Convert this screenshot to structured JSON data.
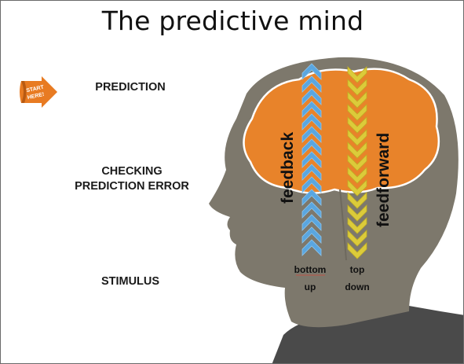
{
  "title": "The predictive mind",
  "start_badge": {
    "line1": "START",
    "line2": "HERE!"
  },
  "levels": {
    "prediction": "PREDICTION",
    "checking_line1": "CHECKING",
    "checking_line2": "PREDICTION ERROR",
    "stimulus": "STIMULUS"
  },
  "arrows": {
    "feedback_label": "feedback",
    "feedforward_label": "feedforward",
    "bottom_up_line1": "bottom",
    "bottom_up_line2": "up",
    "top_down_line1": "top",
    "top_down_line2": "down"
  },
  "colors": {
    "head": "#7d786c",
    "body_suit": "#4a4a4a",
    "brain": "#e8832a",
    "brain_outline": "#ffffff",
    "up_arrow": "#5aa6e0",
    "down_arrow": "#dccb3a",
    "badge": "#e87b22"
  }
}
